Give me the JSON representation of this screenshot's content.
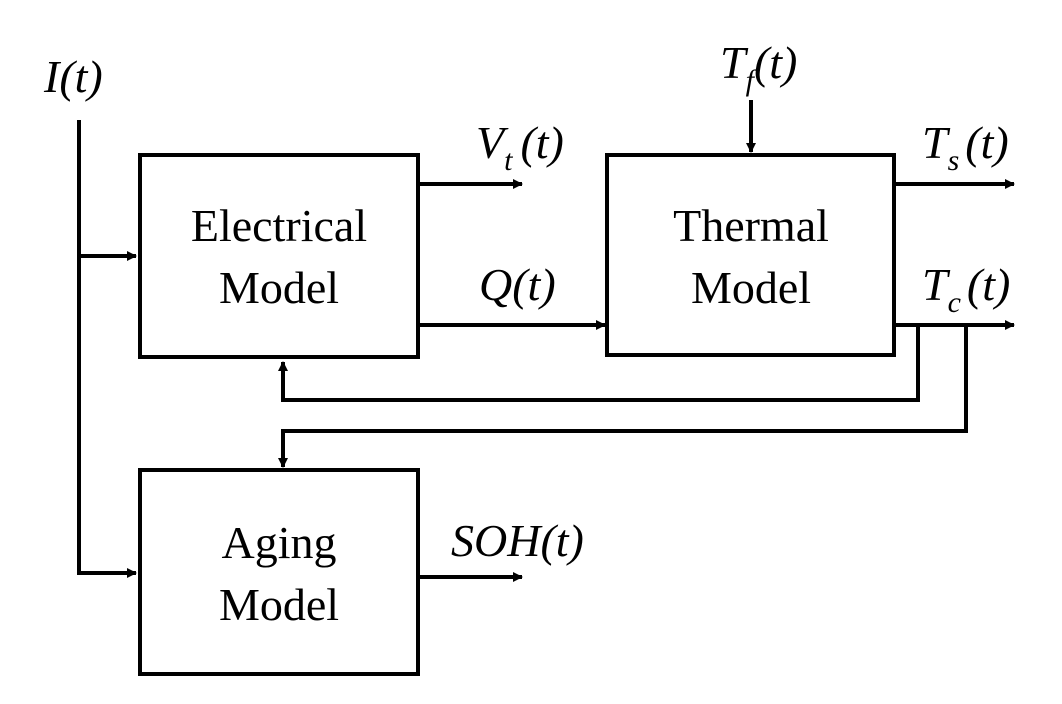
{
  "blocks": {
    "electrical": {
      "line1": "Electrical",
      "line2": "Model"
    },
    "thermal": {
      "line1": "Thermal",
      "line2": "Model"
    },
    "aging": {
      "line1": "Aging",
      "line2": "Model"
    }
  },
  "signals": {
    "input_current": {
      "text": "I(t)"
    },
    "fluid_temp": {
      "base": "T",
      "sub": "f",
      "arg": "(t)"
    },
    "terminal_voltage": {
      "base": "V",
      "sub": "t",
      "arg": "(t)"
    },
    "heat": {
      "text": "Q(t)"
    },
    "surface_temp": {
      "base": "T",
      "sub": "s",
      "arg": "(t)"
    },
    "core_temp": {
      "base": "T",
      "sub": "c",
      "arg": "(t)"
    },
    "state_of_health": {
      "text": "SOH(t)"
    }
  },
  "colors": {
    "stroke": "#000000",
    "background": "#ffffff"
  }
}
